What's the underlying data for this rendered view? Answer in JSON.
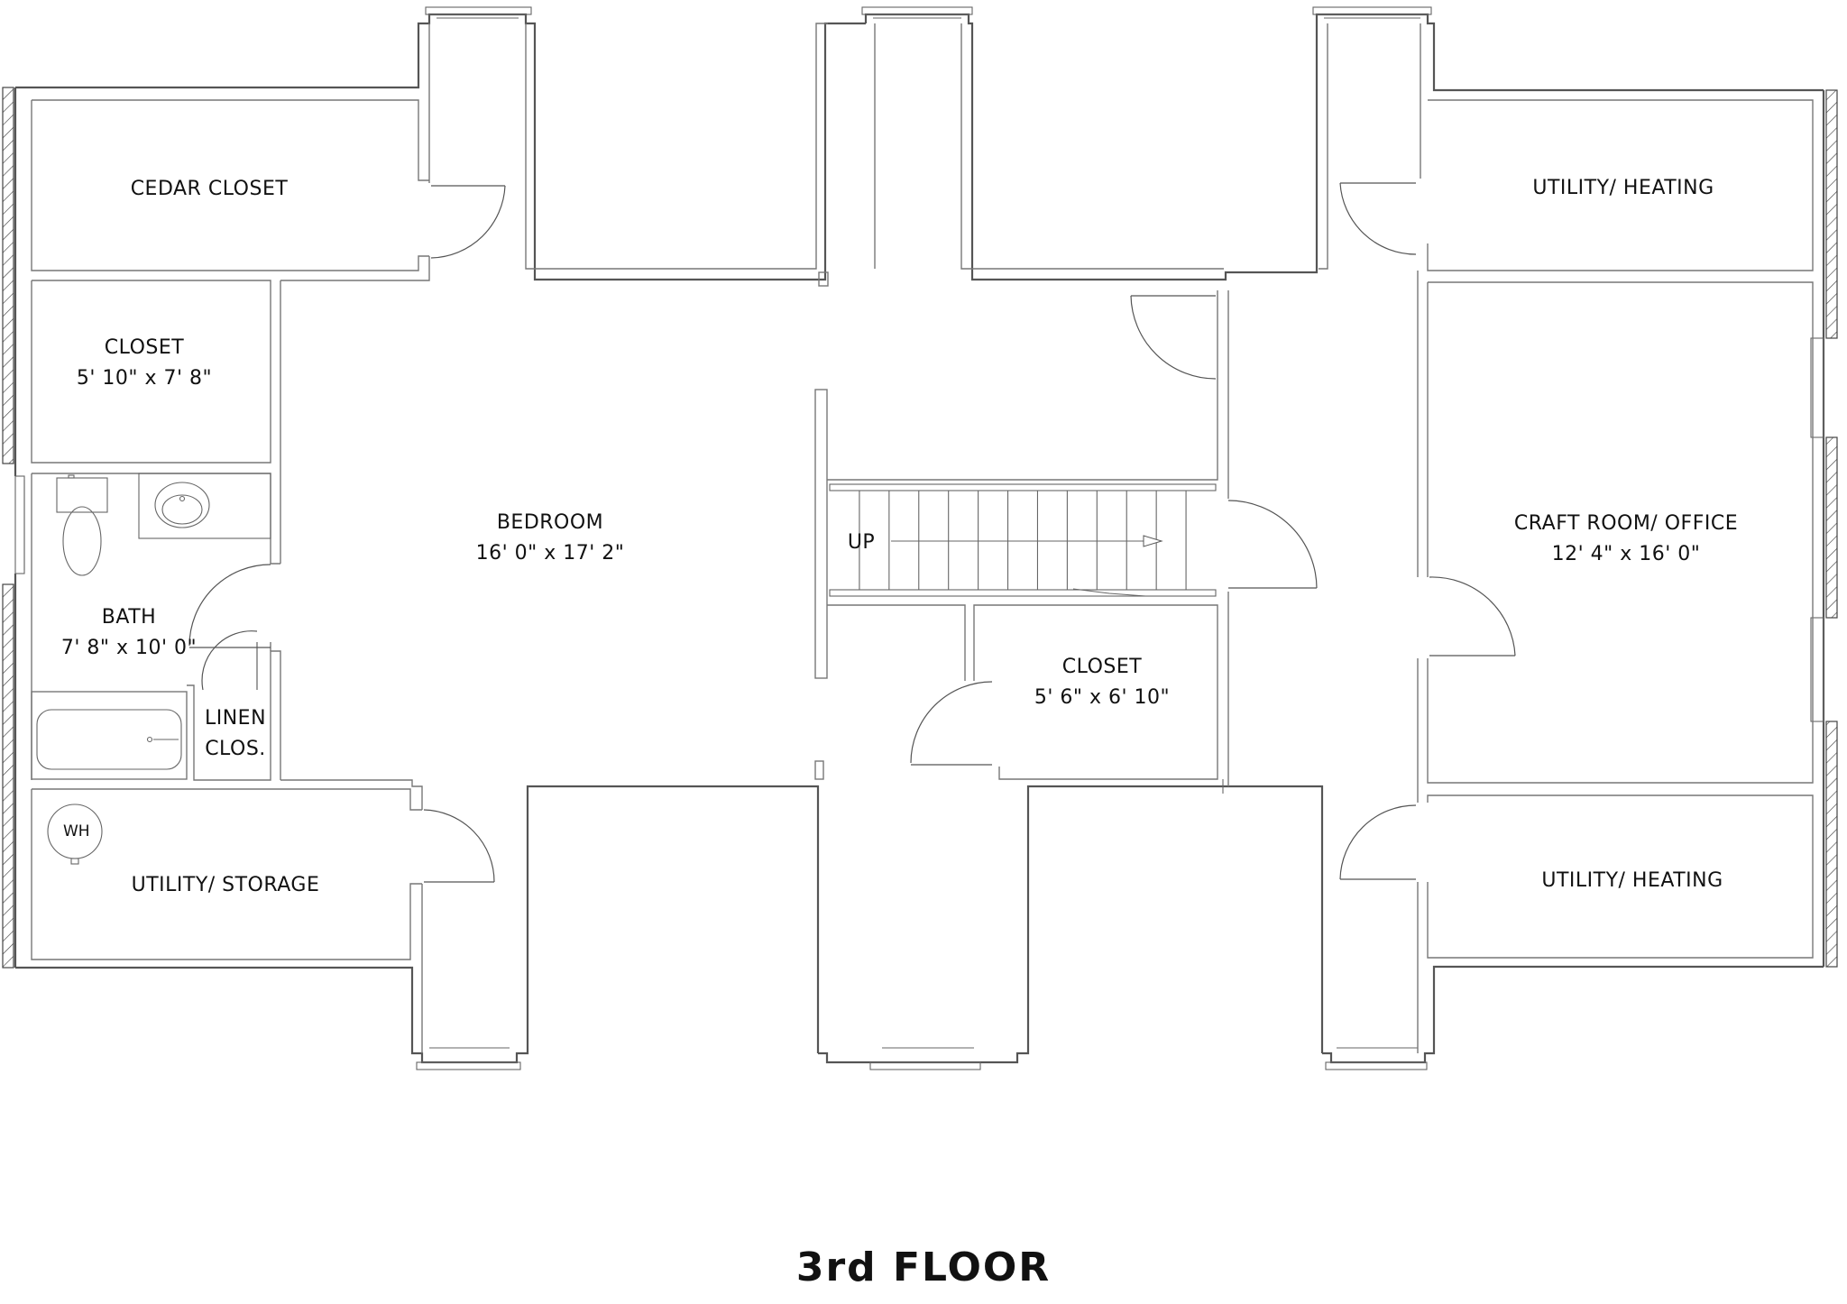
{
  "title": "3rd FLOOR",
  "rooms": {
    "cedar_closet": {
      "name": "CEDAR CLOSET"
    },
    "closet_left": {
      "name": "CLOSET",
      "dims": "5' 10\" x 7' 8\""
    },
    "bath": {
      "name": "BATH",
      "dims": "7' 8\" x 10' 0\""
    },
    "linen_closet": {
      "name": "LINEN",
      "name2": "CLOS."
    },
    "utility_storage": {
      "name": "UTILITY/ STORAGE"
    },
    "bedroom": {
      "name": "BEDROOM",
      "dims": "16' 0\" x 17' 2\""
    },
    "closet_center": {
      "name": "CLOSET",
      "dims": "5' 6\" x 6' 10\""
    },
    "utility_heating_top": {
      "name": "UTILITY/ HEATING"
    },
    "craft_room": {
      "name": "CRAFT ROOM/ OFFICE",
      "dims": "12' 4\" x 16' 0\""
    },
    "utility_heating_bottom": {
      "name": "UTILITY/ HEATING"
    }
  },
  "fixtures": {
    "water_heater": "WH",
    "stair_label": "UP",
    "stair_treads": 13
  },
  "colors": {
    "wall": "#555555",
    "text": "#111111",
    "background": "#ffffff"
  }
}
